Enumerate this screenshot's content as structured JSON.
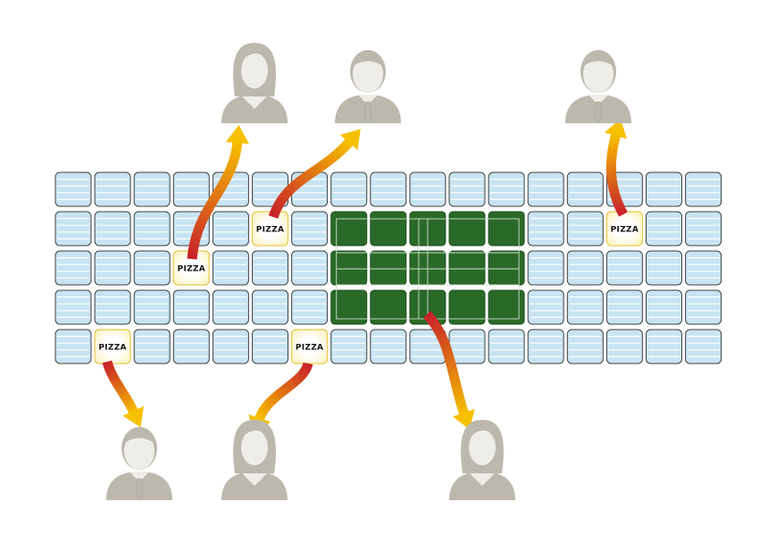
{
  "grid": {
    "rows": 5,
    "cols": 17,
    "tile_color": "#c8e4f2",
    "tile_stripe_color": "#ffffff",
    "tile_border_color": "#3f3f3f"
  },
  "field": {
    "label": "",
    "row_start": 1,
    "row_end": 3,
    "col_start": 7,
    "col_end": 11,
    "color": "#2a6a28",
    "line_color": "#cfe0cf"
  },
  "pizza_tiles": [
    {
      "label": "PIZZA",
      "row": 1,
      "col": 5
    },
    {
      "label": "PIZZA",
      "row": 2,
      "col": 3
    },
    {
      "label": "PIZZA",
      "row": 1,
      "col": 14
    },
    {
      "label": "PIZZA",
      "row": 4,
      "col": 1
    },
    {
      "label": "PIZZA",
      "row": 4,
      "col": 6
    }
  ],
  "people": [
    {
      "id": "person-top-1",
      "gender": "female"
    },
    {
      "id": "person-top-2",
      "gender": "male"
    },
    {
      "id": "person-top-3",
      "gender": "male"
    },
    {
      "id": "person-bottom-1",
      "gender": "male"
    },
    {
      "id": "person-bottom-2",
      "gender": "female"
    },
    {
      "id": "person-bottom-3",
      "gender": "female"
    }
  ],
  "colors": {
    "person": "#bcb8ad",
    "person_face": "#efede8",
    "arrow_start": "#c7202a",
    "arrow_end": "#f7c000",
    "pizza_tile_bg": "#fbf3c6",
    "pizza_tile_border": "#e8c94a"
  }
}
